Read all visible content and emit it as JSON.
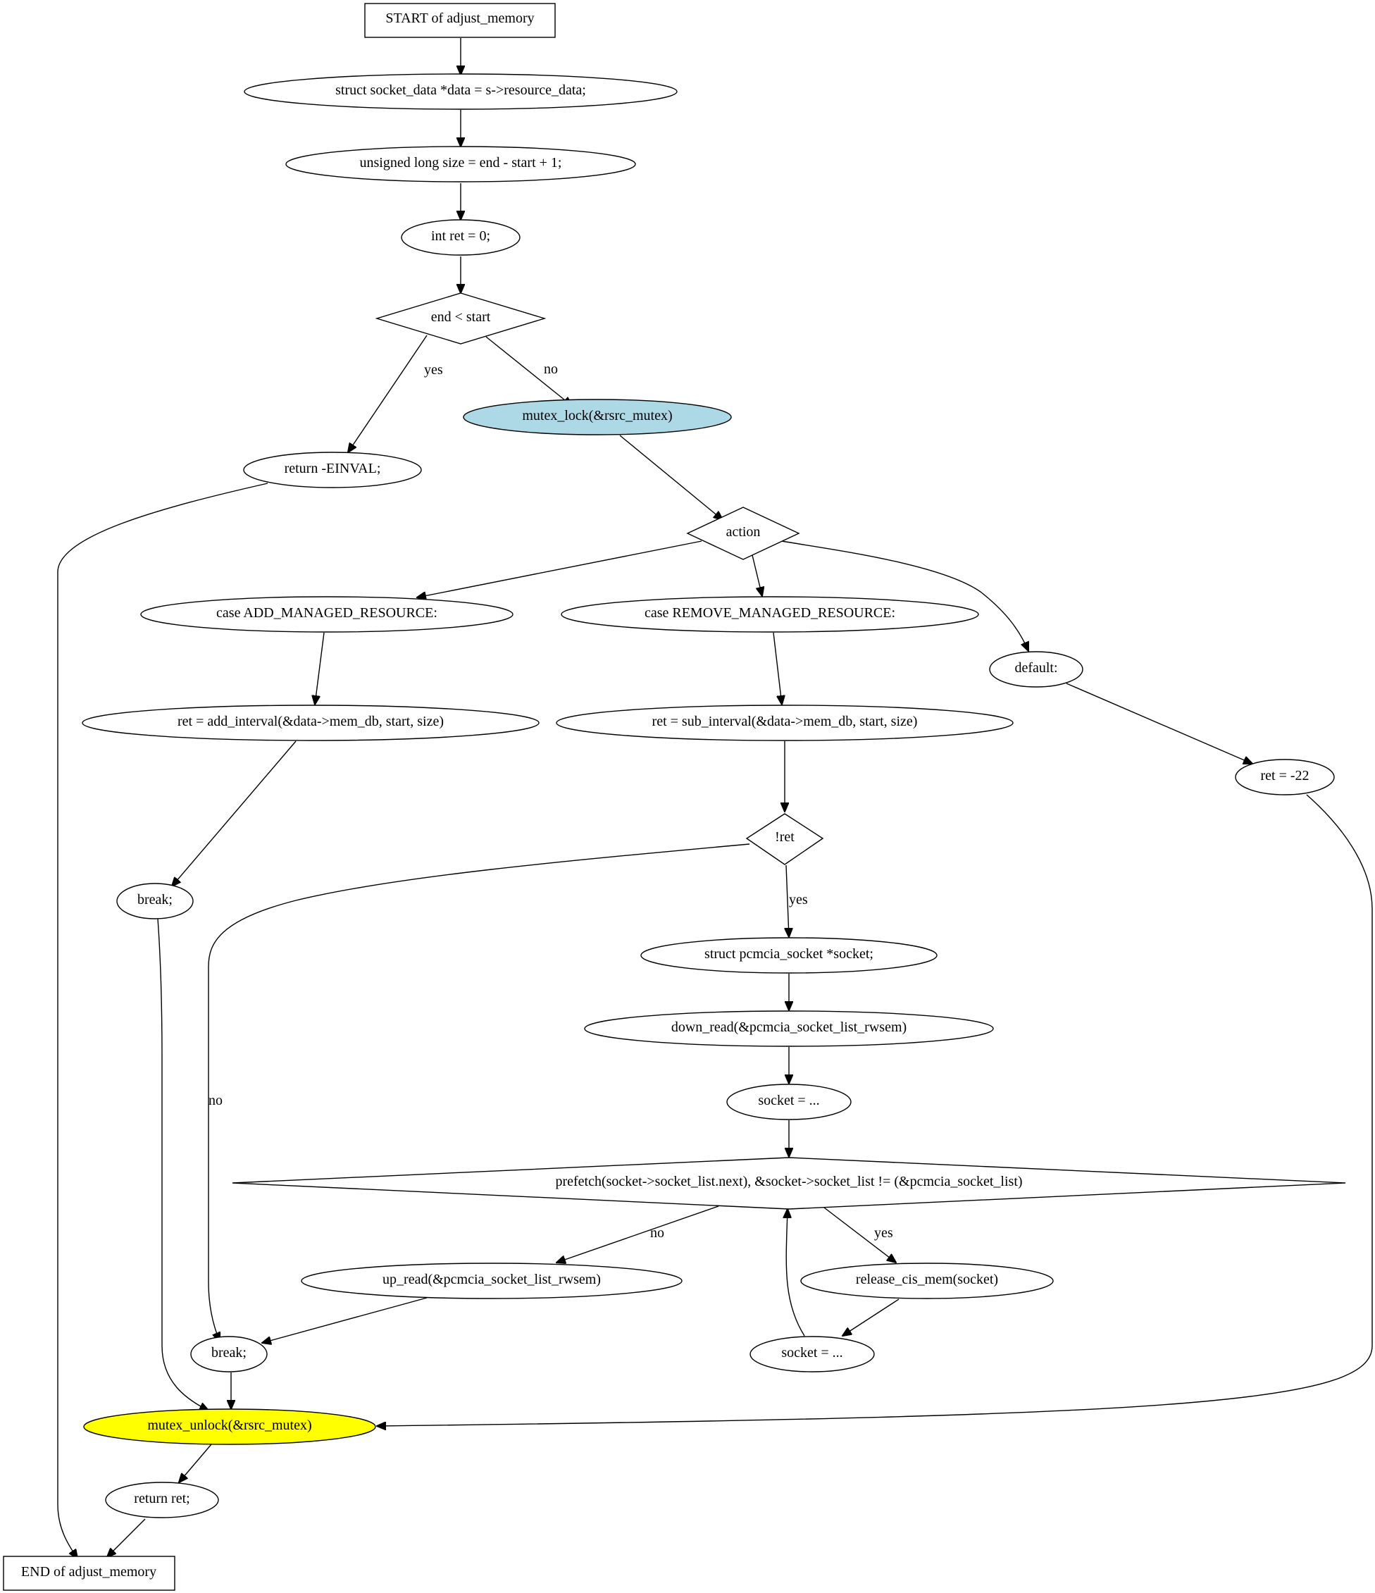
{
  "colors": {
    "lock_node_fill": "#add8e6",
    "unlock_node_fill": "#ffff00",
    "default_fill": "#ffffff",
    "stroke": "#000000"
  },
  "nodes": {
    "start": "START of adjust_memory",
    "decl_data": "struct socket_data *data = s->resource_data;",
    "decl_size": "unsigned long size = end - start + 1;",
    "decl_ret": "int ret = 0;",
    "cond_end_lt_start": "end < start",
    "return_einval": "return -EINVAL;",
    "mutex_lock": "mutex_lock(&rsrc_mutex)",
    "switch_action": "action",
    "case_add": "case ADD_MANAGED_RESOURCE:",
    "case_remove": "case REMOVE_MANAGED_RESOURCE:",
    "case_default": "default:",
    "add_interval": "ret = add_interval(&data->mem_db, start, size)",
    "sub_interval": "ret = sub_interval(&data->mem_db, start, size)",
    "ret_neg22": "ret = -22",
    "break_add": "break;",
    "cond_not_ret": "!ret",
    "decl_socket": "struct pcmcia_socket *socket;",
    "down_read": "down_read(&pcmcia_socket_list_rwsem)",
    "socket_init": "socket = ...",
    "loop_cond": "prefetch(socket->socket_list.next), &socket->socket_list != (&pcmcia_socket_list)",
    "up_read": "up_read(&pcmcia_socket_list_rwsem)",
    "release_cis": "release_cis_mem(socket)",
    "socket_next": "socket = ...",
    "break_remove": "break;",
    "mutex_unlock": "mutex_unlock(&rsrc_mutex)",
    "return_ret": "return ret;",
    "end": "END of adjust_memory"
  },
  "edge_labels": {
    "end_lt_start_yes": "yes",
    "end_lt_start_no": "no",
    "not_ret_yes": "yes",
    "not_ret_no": "no",
    "loop_no": "no",
    "loop_yes": "yes"
  }
}
